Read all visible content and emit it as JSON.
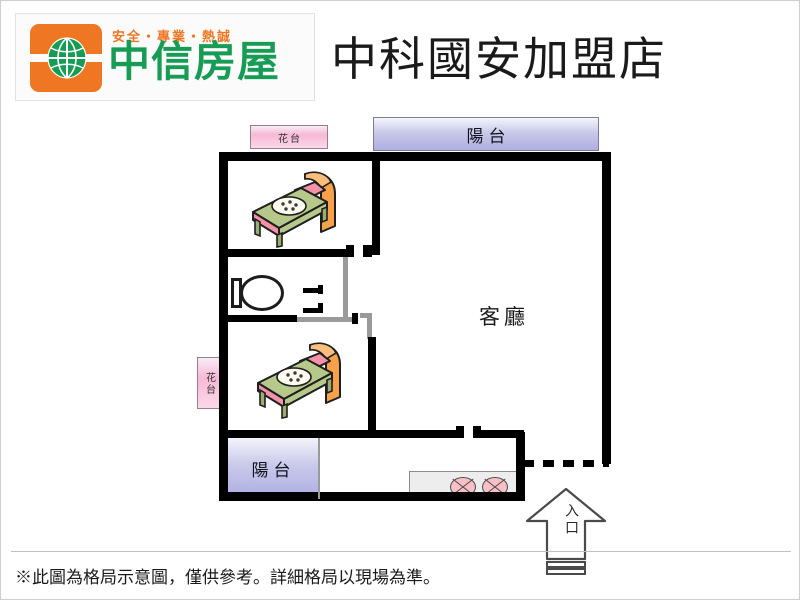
{
  "header": {
    "logo": {
      "slogan": "安全・專業・熱誠",
      "brand": "中信房屋",
      "mark_colors": {
        "orange": "#ef7622",
        "green": "#179c55"
      }
    },
    "title": "中科國安加盟店"
  },
  "floorplan": {
    "rooms": [
      {
        "key": "living",
        "label": "客廳"
      }
    ],
    "balconies": [
      {
        "key": "balcony_top",
        "label": "陽台"
      },
      {
        "key": "balcony_bottom",
        "label": "陽台"
      }
    ],
    "planters": [
      {
        "key": "planter_top",
        "label": "花台"
      },
      {
        "key": "planter_left",
        "label": "花台"
      }
    ],
    "entrance": {
      "label": "入口"
    },
    "fixtures": {
      "toilet": "toilet-fixture",
      "stove": "gas-stove",
      "bed_upper": "bed-furniture",
      "bed_lower": "bed-furniture"
    },
    "colors": {
      "wall": "#000000",
      "interior_wall": "#9a9a9a",
      "balcony_fill": "#aeaee2",
      "planter_fill": "#f7b8d6",
      "counter_fill": "#ededed",
      "burner_fill": "#f7bfc6"
    }
  },
  "footer": {
    "note": "※此圖為格局示意圖，僅供參考。詳細格局以現場為準。"
  }
}
